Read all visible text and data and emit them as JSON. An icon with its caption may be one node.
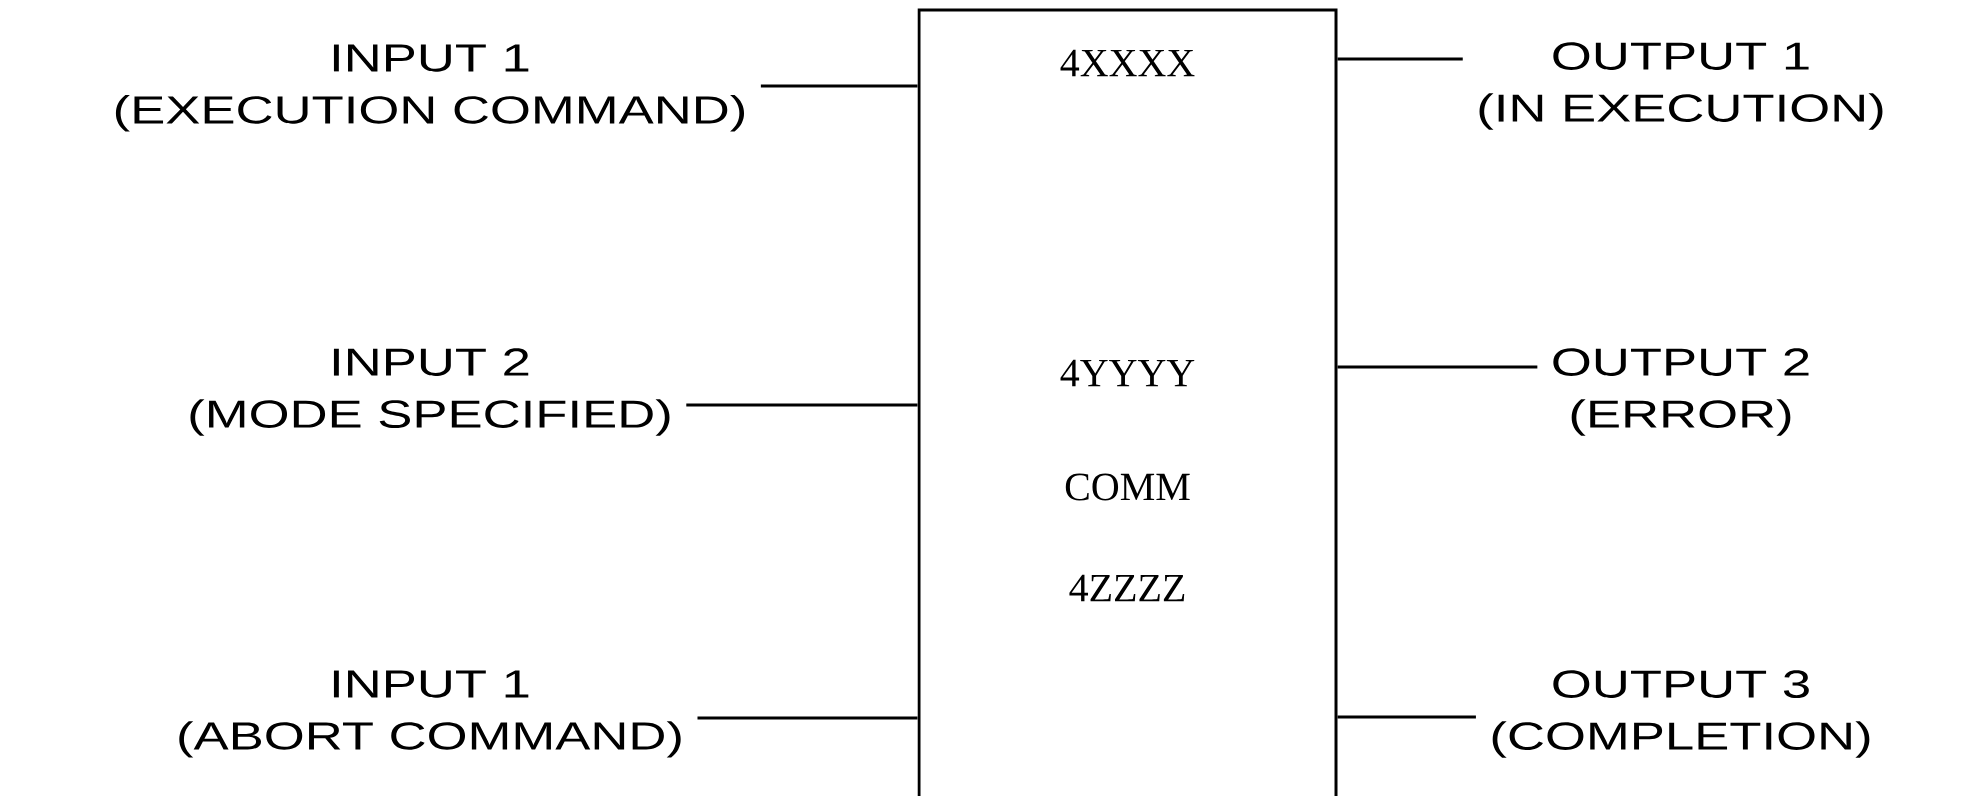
{
  "diagram": {
    "nodes": [
      {
        "text": [
          "4XXXX",
          "4YYYY",
          "COMM",
          "4ZZZZ"
        ]
      },
      {
        "text": [
          "INPUT 1",
          "(EXECUTION COMMAND)"
        ]
      },
      {
        "text": [
          "INPUT 2",
          "(MODE SPECIFIED)"
        ]
      },
      {
        "text": [
          "INPUT 1",
          "(ABORT COMMAND)"
        ]
      },
      {
        "text": [
          "OUTPUT 1",
          "(IN EXECUTION)"
        ]
      },
      {
        "text": [
          "OUTPUT 2",
          "(ERROR)"
        ]
      },
      {
        "text": [
          "OUTPUT 3",
          "(COMPLETION)"
        ]
      }
    ],
    "edges": [
      {
        "from": 1,
        "to": 0,
        "arrow": "none"
      },
      {
        "from": 2,
        "to": 0,
        "arrow": "none"
      },
      {
        "from": 3,
        "to": 0,
        "arrow": "none"
      },
      {
        "from": 0,
        "to": 4,
        "arrow": "none"
      },
      {
        "from": 0,
        "to": 5,
        "arrow": "none"
      },
      {
        "from": 0,
        "to": 6,
        "arrow": "none"
      }
    ]
  }
}
